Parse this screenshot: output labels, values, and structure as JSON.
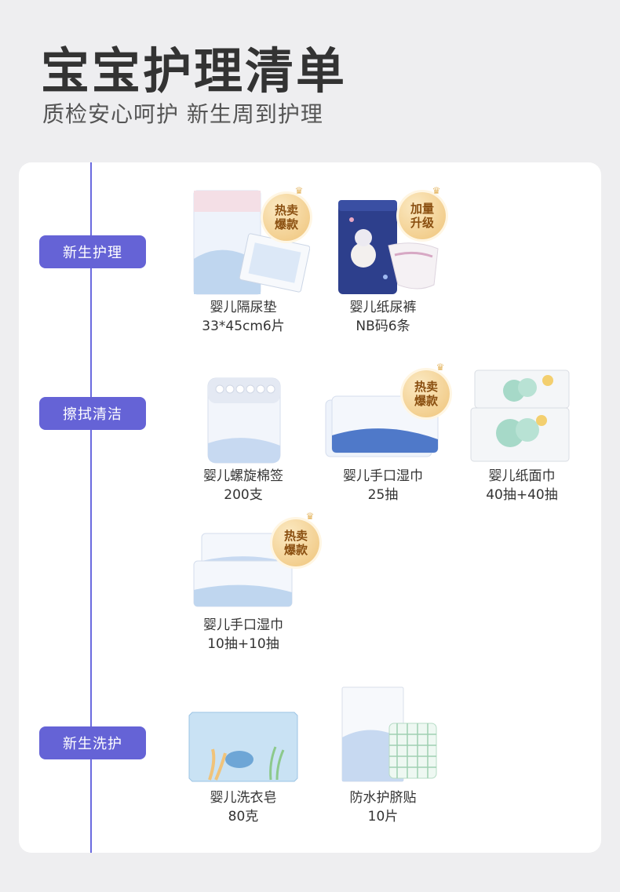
{
  "header": {
    "title": "宝宝护理清单",
    "subtitle": "质检安心呵护 新生周到护理"
  },
  "categories": [
    {
      "label": "新生护理"
    },
    {
      "label": "擦拭清洁"
    },
    {
      "label": "新生洗护"
    }
  ],
  "products": [
    {
      "name": "婴儿隔尿垫",
      "spec": "33*45cm6片",
      "badge": [
        "热卖",
        "爆款"
      ]
    },
    {
      "name": "婴儿纸尿裤",
      "spec": "NB码6条",
      "badge": [
        "加量",
        "升级"
      ]
    },
    {
      "name": "婴儿螺旋棉签",
      "spec": "200支"
    },
    {
      "name": "婴儿手口湿巾",
      "spec": "25抽",
      "badge": [
        "热卖",
        "爆款"
      ]
    },
    {
      "name": "婴儿纸面巾",
      "spec": "40抽+40抽"
    },
    {
      "name": "婴儿手口湿巾",
      "spec": "10抽+10抽",
      "badge": [
        "热卖",
        "爆款"
      ]
    },
    {
      "name": "婴儿洗衣皂",
      "spec": "80克"
    },
    {
      "name": "防水护脐贴",
      "spec": "10片"
    }
  ],
  "colors": {
    "accent": "#6563d6",
    "badge": "#efc47a",
    "background": "#eeeef0"
  }
}
